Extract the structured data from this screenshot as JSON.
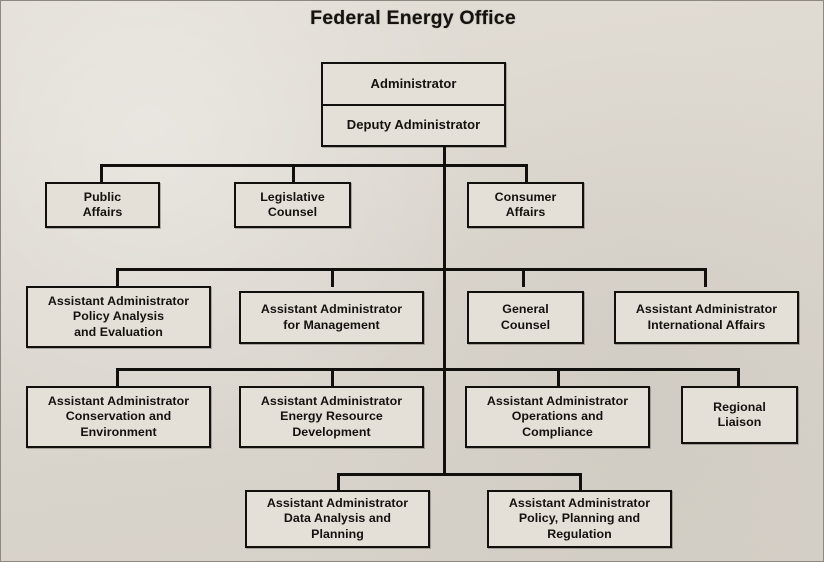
{
  "title": "Federal Energy Office",
  "background_color": "#ddd8d1",
  "box_fill_color": "#e4dfd7",
  "line_color": "#12100d",
  "org_chart": {
    "type": "org-chart",
    "root": {
      "name": "administrator-box",
      "lines": [
        "Administrator",
        "Deputy Administrator"
      ]
    },
    "levels": [
      {
        "level": 1,
        "nodes": [
          {
            "name": "public-affairs",
            "lines": [
              "Public",
              "Affairs"
            ]
          },
          {
            "name": "legislative-counsel",
            "lines": [
              "Legislative",
              "Counsel"
            ]
          },
          {
            "name": "consumer-affairs",
            "lines": [
              "Consumer",
              "Affairs"
            ]
          }
        ]
      },
      {
        "level": 2,
        "nodes": [
          {
            "name": "policy-analysis-and-evaluation",
            "lines": [
              "Assistant Administrator",
              "Policy Analysis",
              "and Evaluation"
            ]
          },
          {
            "name": "management",
            "lines": [
              "Assistant Administrator",
              "for Management"
            ]
          },
          {
            "name": "general-counsel",
            "lines": [
              "General",
              "Counsel"
            ]
          },
          {
            "name": "international-affairs",
            "lines": [
              "Assistant Administrator",
              "International Affairs"
            ]
          }
        ]
      },
      {
        "level": 3,
        "nodes": [
          {
            "name": "conservation-and-environment",
            "lines": [
              "Assistant Administrator",
              "Conservation and",
              "Environment"
            ]
          },
          {
            "name": "energy-resource-development",
            "lines": [
              "Assistant Administrator",
              "Energy Resource",
              "Development"
            ]
          },
          {
            "name": "operations-and-compliance",
            "lines": [
              "Assistant Administrator",
              "Operations and",
              "Compliance"
            ]
          },
          {
            "name": "regional-liaison",
            "lines": [
              "Regional",
              "Liaison"
            ]
          }
        ]
      },
      {
        "level": 4,
        "nodes": [
          {
            "name": "data-analysis-and-planning",
            "lines": [
              "Assistant Administrator",
              "Data Analysis and",
              "Planning"
            ]
          },
          {
            "name": "policy-planning-and-regulation",
            "lines": [
              "Assistant Administrator",
              "Policy, Planning and",
              "Regulation"
            ]
          }
        ]
      }
    ]
  }
}
